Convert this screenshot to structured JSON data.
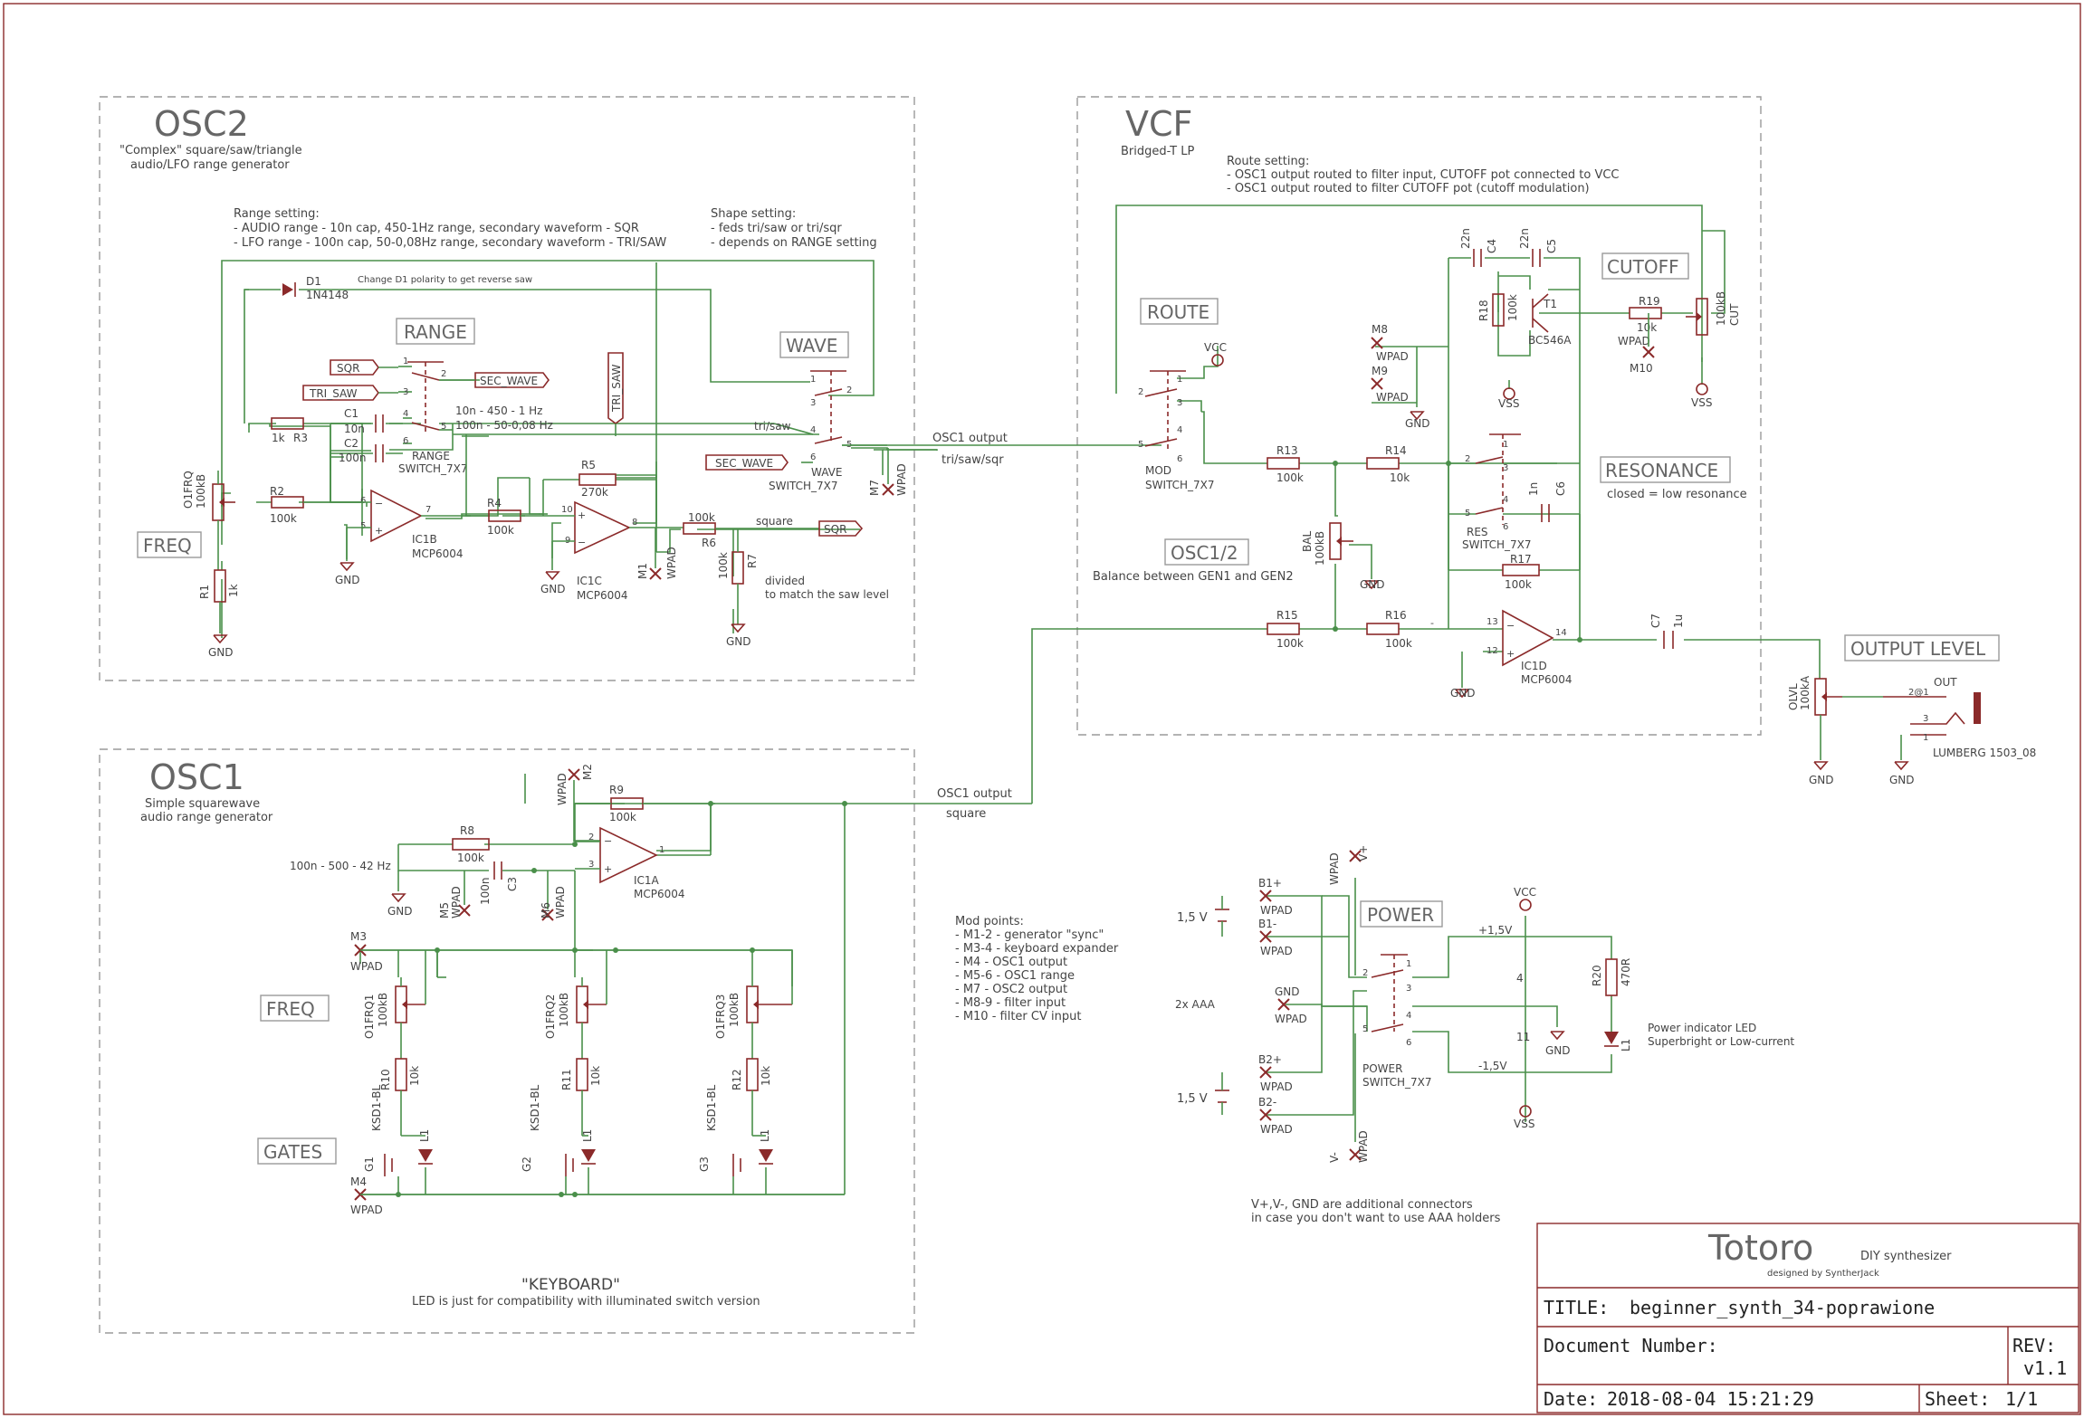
{
  "sections": {
    "osc2": {
      "title": "OSC2",
      "sub1": "\"Complex\" square/saw/triangle",
      "sub2": "audio/LFO range generator"
    },
    "osc1": {
      "title": "OSC1",
      "sub1": "Simple squarewave",
      "sub2": "audio range generator"
    },
    "vcf": {
      "title": "VCF",
      "sub1": "Bridged-T LP"
    }
  },
  "boxes": {
    "range": "RANGE",
    "wave": "WAVE",
    "freq2": "FREQ",
    "route": "ROUTE",
    "cutoff": "CUTOFF",
    "resonance": "RESONANCE",
    "osc12": "OSC1/2",
    "output_level": "OUTPUT LEVEL",
    "power": "POWER",
    "freq1": "FREQ",
    "gates": "GATES"
  },
  "notes": {
    "range_setting": [
      "Range setting:",
      "- AUDIO range - 10n cap, 450-1Hz range, secondary waveform - SQR",
      "- LFO range - 100n cap, 50-0,08Hz range, secondary waveform - TRI/SAW"
    ],
    "shape_setting": [
      "Shape setting:",
      "- feds tri/saw or tri/sqr",
      "- depends on RANGE setting"
    ],
    "route_setting": [
      "Route setting:",
      "- OSC1 output routed to filter input, CUTOFF pot connected to VCC",
      "- OSC1 output routed to filter CUTOFF pot (cutoff modulation)"
    ],
    "d1_note": "Change D1 polarity to get reverse saw",
    "range_vals": [
      "10n - 450 - 1 Hz",
      "100n - 50-0,08 Hz"
    ],
    "divided": [
      "divided",
      "to match the saw level"
    ],
    "closed_low_res": "closed = low resonance",
    "balance": "Balance between GEN1 and GEN2",
    "osc1_100n": "100n - 500 - 42 Hz",
    "mod_points": [
      "Mod points:",
      "- M1-2 - generator \"sync\"",
      "- M3-4 - keyboard expander",
      "- M4 - OSC1 output",
      "- M5-6 - OSC1 range",
      "- M7 - OSC2 output",
      "- M8-9 - filter input",
      "- M10 - filter CV input"
    ],
    "keyboard_title": "\"KEYBOARD\"",
    "keyboard_sub": "LED is just for compatibility with illuminated switch version",
    "power_led": [
      "Power indicator LED",
      "Superbright or Low-current"
    ],
    "aaa": "2x AAA",
    "connectors": [
      "V+,V-, GND are additional connectors",
      "in case you don't want to use AAA holders"
    ],
    "osc1_output": "OSC1 output",
    "tri_sqr": "tri/saw/sqr",
    "square": "square",
    "tri_saw": "tri/saw",
    "square2": "square"
  },
  "labels": {
    "sqr": "SQR",
    "tri_saw_in": "TRI_SAW",
    "sec_wave": "SEC_WAVE",
    "tri_saw_flag": "TRI_SAW",
    "sec_wave2": "SEC_WAVE",
    "sqr_out": "SQR"
  },
  "parts": {
    "D1": "D1",
    "D1v": "1N4148",
    "R3": "R3",
    "R3v": "1k",
    "C1": "C1",
    "C1v": "10n",
    "C2": "C2",
    "C2v": "100n",
    "RANGE_sw": "RANGE",
    "SW7x7": "SWITCH_7X7",
    "R2": "R2",
    "R2v": "100k",
    "O1FRQ": "O1FRQ",
    "O1FRQv": "100kB",
    "R1": "R1",
    "R1v": "1k",
    "IC1B": "IC1B",
    "MCP": "MCP6004",
    "R4": "R4",
    "R4v": "100k",
    "R5": "R5",
    "R5v": "270k",
    "IC1C": "IC1C",
    "R6": "R6",
    "R6v": "100k",
    "R7": "R7",
    "R7v": "100k",
    "M1": "M1",
    "WPAD": "WPAD",
    "WAVE_sw": "WAVE",
    "M7": "M7",
    "R13": "R13",
    "R13v": "100k",
    "R14": "R14",
    "R14v": "10k",
    "MOD_sw": "MOD",
    "VCC": "VCC",
    "GND": "GND",
    "VSS": "VSS",
    "BAL": "BAL",
    "BALv": "100kB",
    "R15": "R15",
    "R15v": "100k",
    "R16": "R16",
    "R16v": "100k",
    "C4": "C4",
    "C4v": "22n",
    "C5": "C5",
    "C5v": "22n",
    "R18": "R18",
    "R18v": "100k",
    "T1": "T1",
    "T1v": "BC546A",
    "M8": "M8",
    "M9": "M9",
    "M10": "M10",
    "R19": "R19",
    "R19v": "10k",
    "CUT": "CUT",
    "CUTv": "100kB",
    "RES_sw": "RES",
    "C6": "C6",
    "C6v": "1n",
    "R17": "R17",
    "R17v": "100k",
    "IC1D": "IC1D",
    "C7": "C7",
    "C7v": "1u",
    "OLVL": "OLVL",
    "OLVLv": "100kA",
    "OUT": "OUT",
    "LUMBERG": "LUMBERG 1503_08",
    "M2": "M2",
    "R9": "R9",
    "R9v": "100k",
    "R8": "R8",
    "R8v": "100k",
    "C3": "C3",
    "C3v": "100n",
    "IC1A": "IC1A",
    "M5": "M5",
    "M6": "M6",
    "M3": "M3",
    "M4": "M4",
    "O1FRQ1": "O1FRQ1",
    "O1FRQ2": "O1FRQ2",
    "O1FRQ3": "O1FRQ3",
    "R10": "R10",
    "R11": "R11",
    "R12": "R12",
    "r10k": "10k",
    "KSD": "KSD1-BL",
    "G1": "G1",
    "G2": "G2",
    "G3": "G3",
    "L1": "L1",
    "B1p": "B1+",
    "B1m": "B1-",
    "B2p": "B2+",
    "B2m": "B2-",
    "v15": "1,5 V",
    "Vp": "V+",
    "Vm": "V-",
    "p15": "+1,5V",
    "m15": "-1,5V",
    "R20": "R20",
    "R20v": "470R",
    "POWER_sw": "POWER"
  },
  "titleblock": {
    "brand": "Totoro",
    "brand_sub": "DIY synthesizer",
    "designed": "designed by SyntherJack",
    "title_label": "TITLE:",
    "title_value": "beginner_synth_34-poprawione",
    "docnum_label": "Document Number:",
    "rev_label": "REV:",
    "rev_value": "v1.1",
    "date_label": "Date:",
    "date_value": "2018-08-04 15:21:29",
    "sheet_label": "Sheet:",
    "sheet_value": "1/1"
  }
}
